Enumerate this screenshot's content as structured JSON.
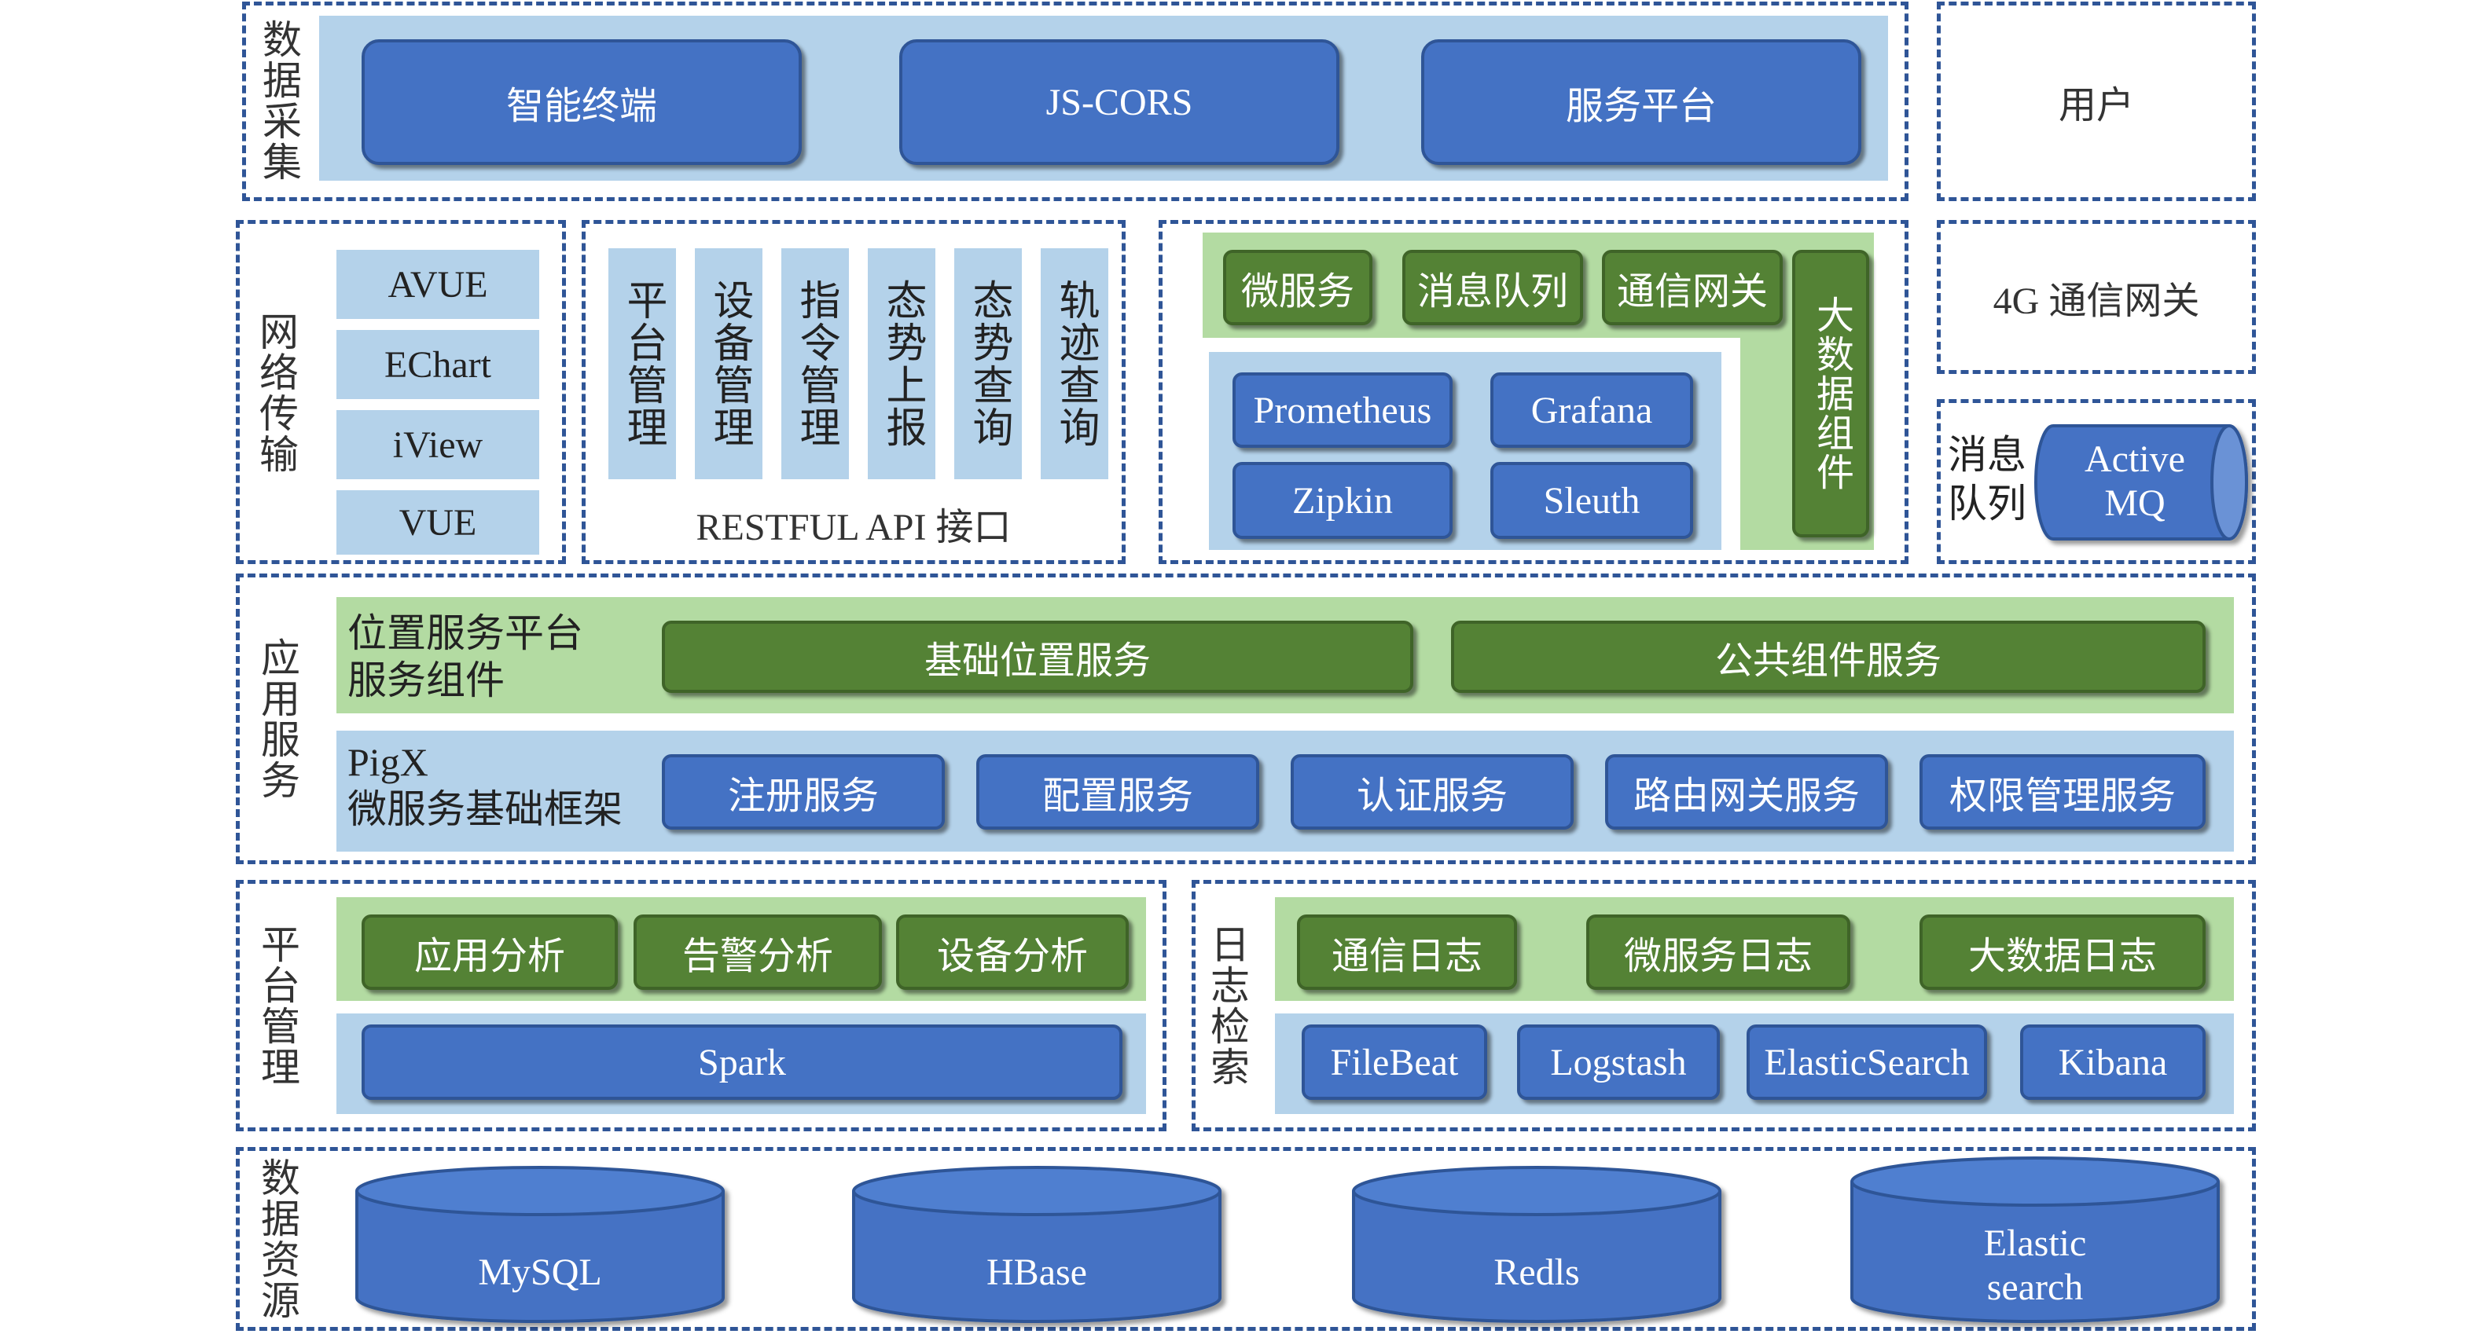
{
  "data_collection": {
    "label": "数据采集",
    "items": [
      "智能终端",
      "JS-CORS",
      "服务平台"
    ]
  },
  "user": {
    "label": "用户"
  },
  "network": {
    "label": "网络传输",
    "frontend": [
      "AVUE",
      "EChart",
      "iView",
      "VUE"
    ],
    "api_items": [
      "平台管理",
      "设备管理",
      "指令管理",
      "态势上报",
      "态势查询",
      "轨迹查询"
    ],
    "api_label": "RESTFUL API 接口",
    "services": [
      "微服务",
      "消息队列",
      "通信网关"
    ],
    "bigdata": "大数据组件",
    "monitor": [
      "Prometheus",
      "Grafana",
      "Zipkin",
      "Sleuth"
    ]
  },
  "gateway": {
    "label": "4G 通信网关"
  },
  "mq": {
    "label": "消息队列",
    "name_line1": "Active",
    "name_line2": "MQ"
  },
  "app": {
    "label": "应用服务",
    "location_line1": "位置服务平台",
    "location_line2": "服务组件",
    "location_items": [
      "基础位置服务",
      "公共组件服务"
    ],
    "pigx_line1": "PigX",
    "pigx_line2": "微服务基础框架",
    "pigx_items": [
      "注册服务",
      "配置服务",
      "认证服务",
      "路由网关服务",
      "权限管理服务"
    ]
  },
  "platform": {
    "label": "平台管理",
    "analysis": [
      "应用分析",
      "告警分析",
      "设备分析"
    ],
    "spark": "Spark"
  },
  "logs": {
    "label": "日志检索",
    "types": [
      "通信日志",
      "微服务日志",
      "大数据日志"
    ],
    "tools": [
      "FileBeat",
      "Logstash",
      "ElasticSearch",
      "Kibana"
    ]
  },
  "resources": {
    "label": "数据资源",
    "dbs": [
      {
        "line1": "MySQL",
        "line2": ""
      },
      {
        "line1": "HBase",
        "line2": ""
      },
      {
        "line1": "Redls",
        "line2": ""
      },
      {
        "line1": "Elastic",
        "line2": "search"
      }
    ]
  },
  "colors": {
    "dark_blue": "#4472c4",
    "light_blue": "#b4d2ea",
    "dark_green": "#548235",
    "light_green": "#b3dba2",
    "border": "#2f5597"
  }
}
